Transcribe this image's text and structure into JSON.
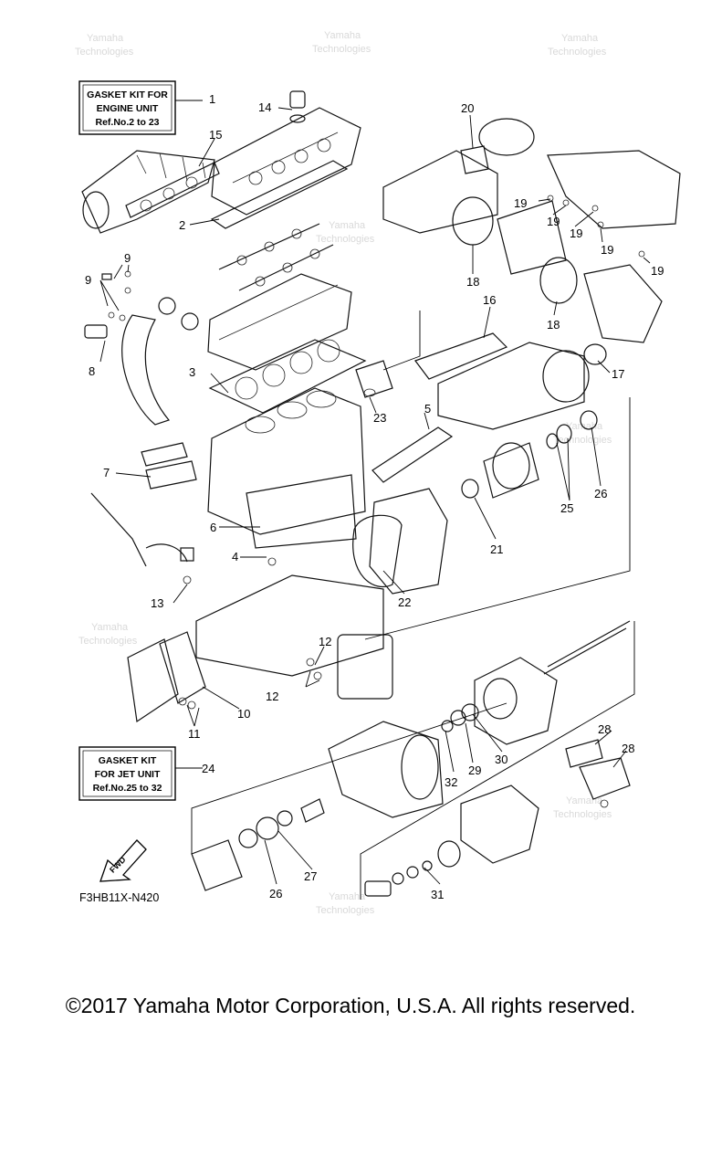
{
  "kit_boxes": {
    "engine": {
      "lines": [
        "GASKET KIT FOR",
        "ENGINE UNIT",
        "Ref.No.2 to 23"
      ]
    },
    "jet": {
      "lines": [
        "GASKET KIT",
        "FOR JET UNIT",
        "Ref.No.25 to 32"
      ]
    }
  },
  "fwd_label": "FWD",
  "figure_code": "F3HB11X-N420",
  "watermark": [
    "Yamaha",
    "Technologies"
  ],
  "copyright": "©2017 Yamaha Motor Corporation, U.S.A. All rights reserved.",
  "callouts": [
    {
      "id": "c1",
      "text": "1"
    },
    {
      "id": "c2",
      "text": "2"
    },
    {
      "id": "c3",
      "text": "3"
    },
    {
      "id": "c4",
      "text": "4"
    },
    {
      "id": "c5",
      "text": "5"
    },
    {
      "id": "c6",
      "text": "6"
    },
    {
      "id": "c7",
      "text": "7"
    },
    {
      "id": "c8",
      "text": "8"
    },
    {
      "id": "c9a",
      "text": "9"
    },
    {
      "id": "c9b",
      "text": "9"
    },
    {
      "id": "c10",
      "text": "10"
    },
    {
      "id": "c11",
      "text": "11"
    },
    {
      "id": "c12a",
      "text": "12"
    },
    {
      "id": "c12b",
      "text": "12"
    },
    {
      "id": "c13",
      "text": "13"
    },
    {
      "id": "c14",
      "text": "14"
    },
    {
      "id": "c15",
      "text": "15"
    },
    {
      "id": "c16",
      "text": "16"
    },
    {
      "id": "c17",
      "text": "17"
    },
    {
      "id": "c18a",
      "text": "18"
    },
    {
      "id": "c18b",
      "text": "18"
    },
    {
      "id": "c19a",
      "text": "19"
    },
    {
      "id": "c19b",
      "text": "19"
    },
    {
      "id": "c19c",
      "text": "19"
    },
    {
      "id": "c19d",
      "text": "19"
    },
    {
      "id": "c19e",
      "text": "19"
    },
    {
      "id": "c20",
      "text": "20"
    },
    {
      "id": "c21",
      "text": "21"
    },
    {
      "id": "c22",
      "text": "22"
    },
    {
      "id": "c23",
      "text": "23"
    },
    {
      "id": "c24",
      "text": "24"
    },
    {
      "id": "c25",
      "text": "25"
    },
    {
      "id": "c26a",
      "text": "26"
    },
    {
      "id": "c26b",
      "text": "26"
    },
    {
      "id": "c27",
      "text": "27"
    },
    {
      "id": "c28a",
      "text": "28"
    },
    {
      "id": "c28b",
      "text": "28"
    },
    {
      "id": "c29",
      "text": "29"
    },
    {
      "id": "c30",
      "text": "30"
    },
    {
      "id": "c31",
      "text": "31"
    },
    {
      "id": "c32",
      "text": "32"
    }
  ]
}
